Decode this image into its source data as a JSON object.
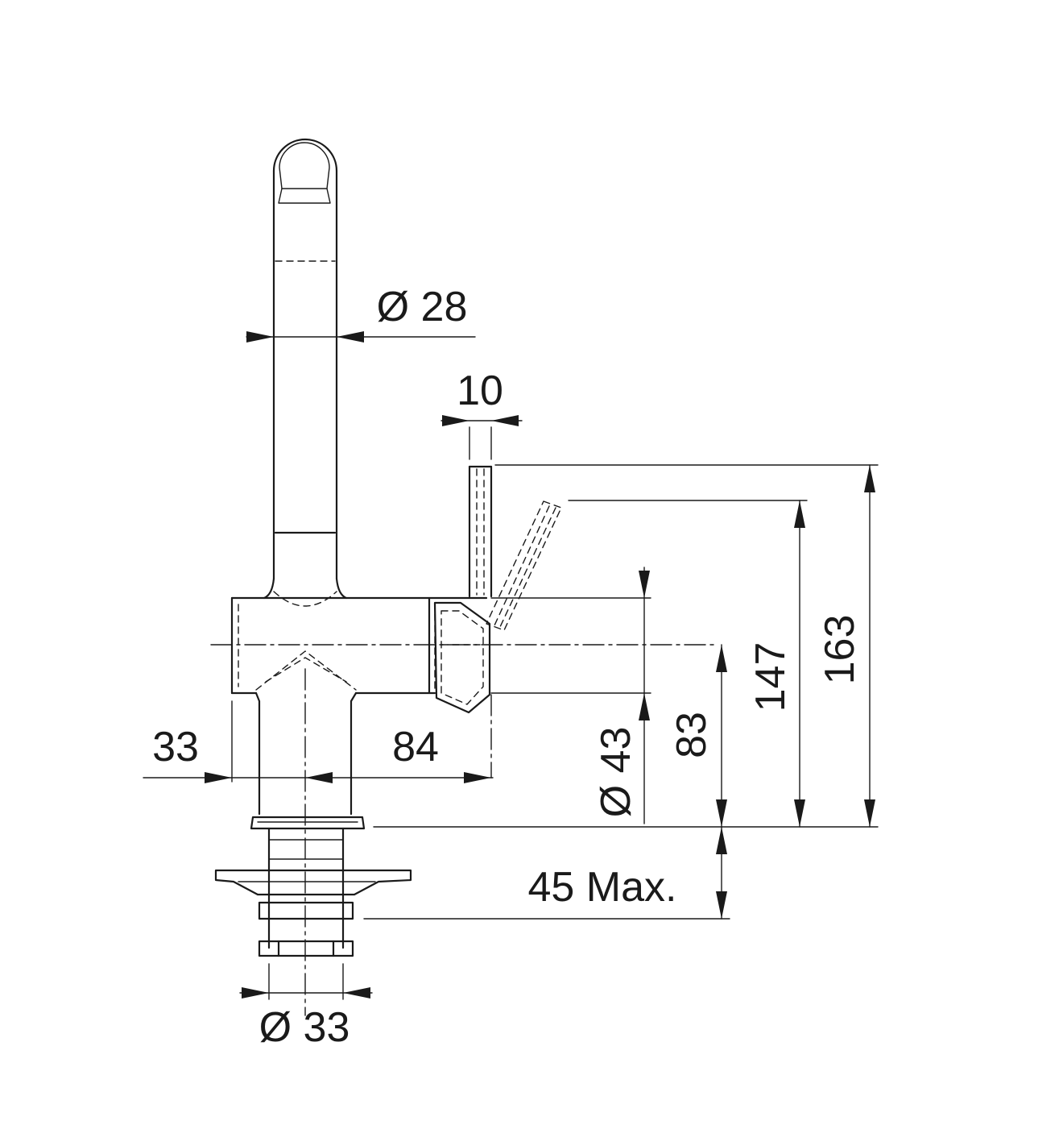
{
  "dimensions": {
    "spout_diameter": "Ø 28",
    "lever_width": "10",
    "base_offset_left": "33",
    "base_to_lever": "84",
    "body_diameter": "Ø 43",
    "body_height": "83",
    "lever_height_tilted": "147",
    "lever_height_total": "163",
    "mount_thickness": "45 Max.",
    "shank_diameter": "Ø 33"
  }
}
